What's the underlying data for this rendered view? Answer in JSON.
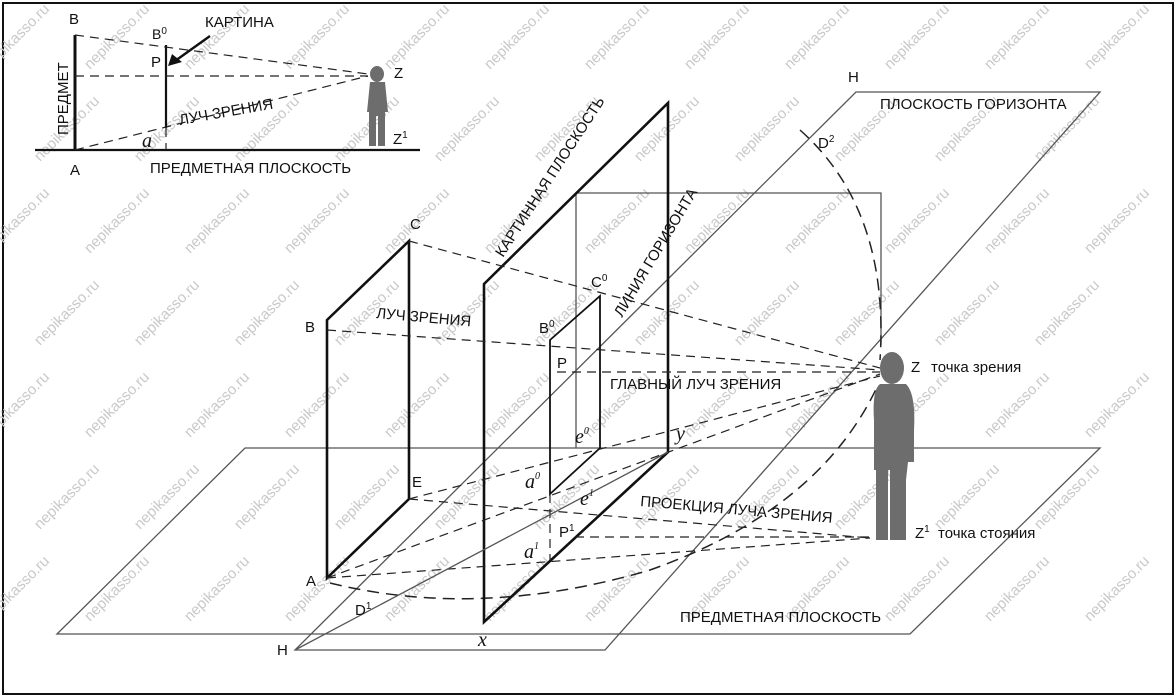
{
  "watermark": "nepikasso.ru",
  "inset": {
    "label_B": "B",
    "label_B0": "B",
    "label_B0_sup": "0",
    "label_kartina": "КАРТИНА",
    "label_P": "P",
    "label_Z": "Z",
    "label_Z1": "Z",
    "label_Z1_sup": "1",
    "label_predmet": "ПРЕДМЕТ",
    "label_luch": "ЛУЧ ЗРЕНИЯ",
    "label_a": "a",
    "label_A": "A",
    "label_ploskost": "ПРЕДМЕТНАЯ ПЛОСКОСТЬ"
  },
  "main": {
    "H_top": "H",
    "horizon_plane": "ПЛОСКОСТЬ ГОРИЗОНТА",
    "D2": "D",
    "D2_sup": "2",
    "picture_plane": "КАРТИННАЯ ПЛОСКОСТЬ",
    "horizon_line": "ЛИНИЯ ГОРИЗОНТА",
    "C": "C",
    "C0": "C",
    "C0_sup": "0",
    "B": "B",
    "B0": "B",
    "B0_sup": "0",
    "ray": "ЛУЧ ЗРЕНИЯ",
    "P": "P",
    "main_ray": "ГЛАВНЫЙ ЛУЧ ЗРЕНИЯ",
    "Z": "Z",
    "Z_caption": "точка зрения",
    "e0": "e",
    "e0_sup": "0",
    "y": "y",
    "E": "E",
    "a0": "a",
    "a0_sup": "0",
    "e1": "e",
    "e1_sup": "1",
    "projection": "ПРОЕКЦИЯ ЛУЧА ЗРЕНИЯ",
    "P1": "P",
    "P1_sup": "1",
    "Z1": "Z",
    "Z1_sup": "1",
    "Z1_caption": "точка стояния",
    "a1": "a",
    "a1_sup": "1",
    "A": "A",
    "D1": "D",
    "D1_sup": "1",
    "object_plane": "ПРЕДМЕТНАЯ ПЛОСКОСТЬ",
    "H_bottom": "H",
    "x": "x"
  }
}
